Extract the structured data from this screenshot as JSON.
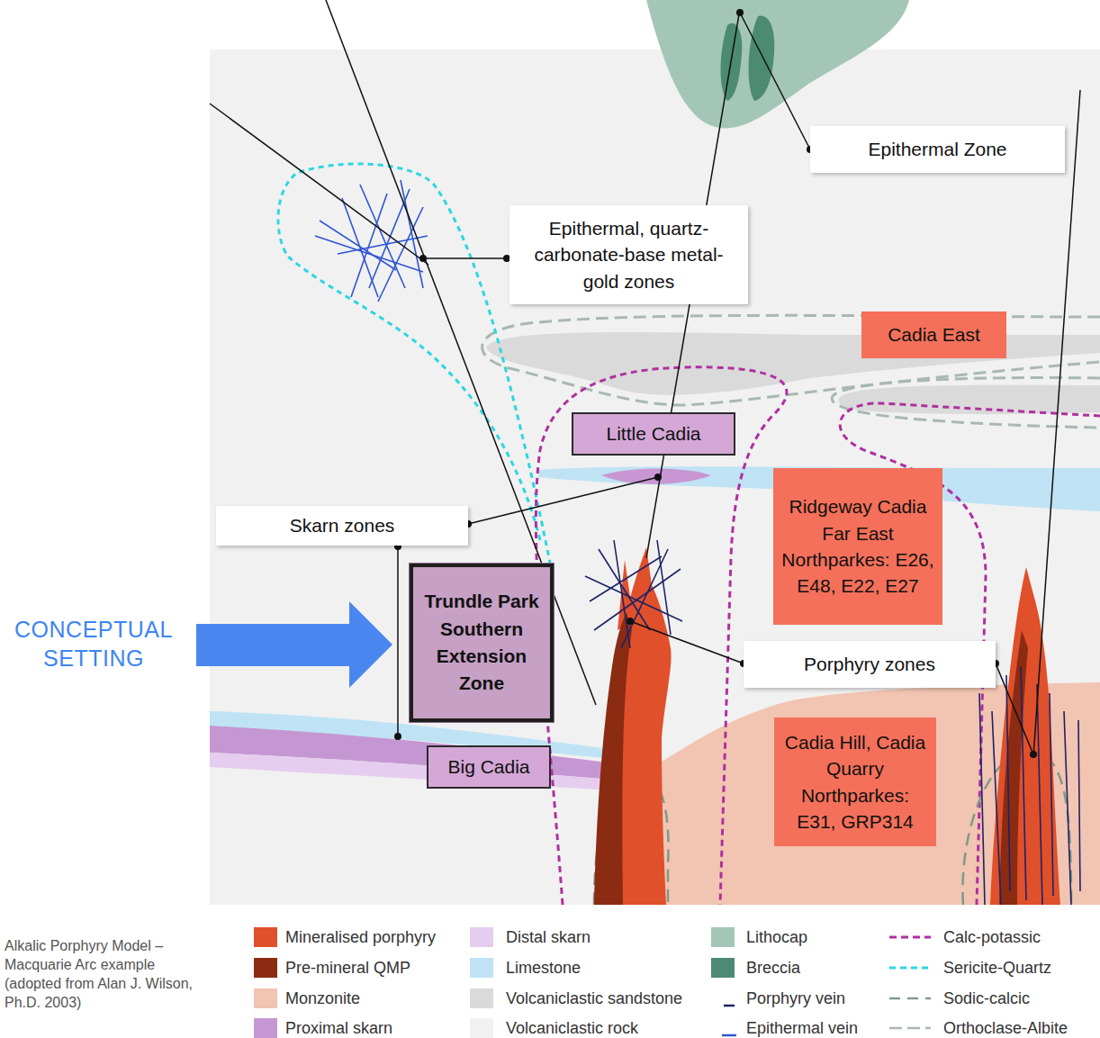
{
  "diagram": {
    "caption": "Alkalic Porphyry Model – Macquarie Arc example (adopted from Alan J. Wilson, Ph.D. 2003)",
    "nodes": [
      {
        "text": [
          "Epithermal Zone"
        ]
      },
      {
        "text": [
          "Epithermal, quartz-carbonate-base metal-gold zones"
        ]
      },
      {
        "text": [
          "Cadia East"
        ]
      },
      {
        "text": [
          "Little Cadia"
        ]
      },
      {
        "text": [
          "Skarn zones"
        ]
      },
      {
        "text": [
          "Ridgeway Cadia Far East Northparkes: E26, E48, E22, E27"
        ]
      },
      {
        "text": [
          "Trundle Park Southern Extension Zone"
        ]
      },
      {
        "text": [
          "Porphyry zones"
        ]
      },
      {
        "text": [
          "Cadia Hill, Cadia Quarry Northparkes: E31, GRP314"
        ]
      },
      {
        "text": [
          "Big Cadia"
        ]
      }
    ],
    "labels": [
      "CONCEPTUAL SETTING"
    ],
    "legend": [
      {
        "text": "Mineralised porphyry",
        "color": "#e0502b"
      },
      {
        "text": "Pre-mineral QMP",
        "color": "#8b2b12"
      },
      {
        "text": "Monzonite",
        "color": "#f2c4b2"
      },
      {
        "text": "Proximal skarn",
        "color": "#c597d2"
      },
      {
        "text": "Distal skarn",
        "color": "#e6cdef"
      },
      {
        "text": "Limestone",
        "color": "#bfe3f5"
      },
      {
        "text": "Volcaniclastic sandstone",
        "color": "#dadada"
      },
      {
        "text": "Volcaniclastic rock",
        "color": "#f1f1f1"
      },
      {
        "text": "Lithocap",
        "color": "#a3c6b7"
      },
      {
        "text": "Breccia",
        "color": "#4d8a73"
      },
      {
        "text": "Porphyry vein"
      },
      {
        "text": "Epithermal vein"
      },
      {
        "text": "Calc-potassic"
      },
      {
        "text": "Sericite-Quartz"
      },
      {
        "text": "Sodic-calcic"
      },
      {
        "text": "Orthoclase-Albite"
      }
    ]
  }
}
